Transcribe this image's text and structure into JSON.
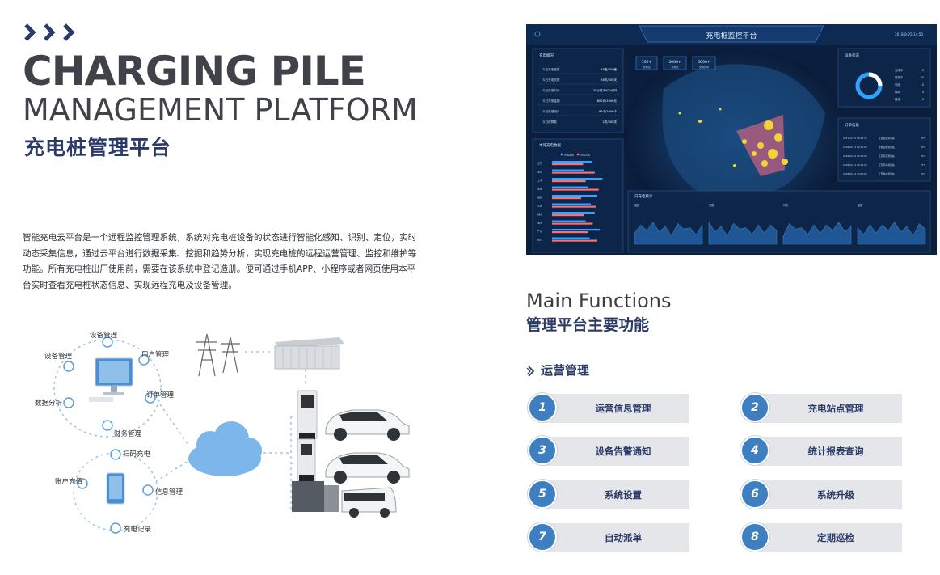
{
  "header": {
    "title_en_line1": "CHARGING PILE",
    "title_en_line2": "MANAGEMENT PLATFORM",
    "title_cn": "充电桩管理平台"
  },
  "intro": {
    "lines": [
      "智能充电云平台是一个远程监控管理系统，系统对充电桩设备的状态进行智能化感知、识别、定位，实时",
      "动态采集信息，通过云平台进行数据采集、挖掘和趋势分析，实现充电桩的远程运营管理、监控和维护等",
      "功能。所有充电桩出厂使用前，需要在该系统中登记造册。便可通过手机APP、小程序或者网页使用本平",
      "台实时查看充电桩状态信息、实现远程充电及设备管理。"
    ]
  },
  "illustration": {
    "platform_ring": [
      "设备管理",
      "用户管理",
      "订单管理",
      "财务管理",
      "数据分析",
      "设备管理"
    ],
    "app_ring": [
      "扫码充电",
      "信息管理",
      "充电记录",
      "账户充值"
    ]
  },
  "dashboard": {
    "title": "充电桩监控平台",
    "timestamp": "2018-8-25 14:50",
    "panels": {
      "overview": "充电概况",
      "device_status": "设备状态",
      "order_info": "订单信息",
      "monthly_data": "本月充电数据",
      "daily_stats": "日充电统计"
    },
    "top_stats": [
      {
        "value": "100+",
        "label": "充电站"
      },
      {
        "value": "5000+",
        "label": "充电桩"
      },
      {
        "value": "5000+",
        "label": "充电终端"
      }
    ],
    "overview_rows": [
      {
        "label": "今日充电度数",
        "value": "58度/300度"
      },
      {
        "label": "今日充电次数",
        "value": "58次/300次"
      },
      {
        "label": "今日充电时长",
        "value": "20小时/1000小时"
      },
      {
        "label": "今日充电金额",
        "value": "800元/1000元"
      },
      {
        "label": "今日新增用户",
        "value": "99个/1000个"
      },
      {
        "label": "今日故障数",
        "value": "2次/300次"
      }
    ],
    "device_rows": [
      {
        "label": "充电中",
        "value": "10"
      },
      {
        "label": "待机中",
        "value": "20"
      },
      {
        "label": "空闲",
        "value": "10"
      },
      {
        "label": "故障",
        "value": "4"
      },
      {
        "label": "离线",
        "value": "6"
      }
    ],
    "order_rows": [
      {
        "time": "2017-12-07 16:36:18",
        "site": "正泰运营测试站",
        "val": "55%"
      },
      {
        "time": "2018-02-11 09:16:00",
        "site": "安徽合肥测试站",
        "val": "65%"
      },
      {
        "time": "2018-04-01 15:36:08",
        "site": "江苏南京测试站",
        "val": "35%"
      },
      {
        "time": "2018-04-11 09:13:02",
        "site": "江苏苏州测试站",
        "val": "75%"
      },
      {
        "time": "2018-05-10 13:00:00",
        "site": "江苏常州测试站",
        "val": "55%"
      }
    ],
    "city_bars": [
      "江苏",
      "浙江",
      "上海",
      "安徽",
      "福建",
      "江西",
      "湖北",
      "湖南",
      "广东",
      "四川"
    ],
    "legend": [
      "充电度数",
      "充电次数"
    ],
    "mini_charts": [
      "度数",
      "次数",
      "时长",
      "金额"
    ]
  },
  "main_functions": {
    "title_en": "Main Functions",
    "title_cn": "管理平台主要功能",
    "section_label": "运营管理",
    "items": [
      {
        "num": "1",
        "label": "运营信息管理"
      },
      {
        "num": "2",
        "label": "充电站点管理"
      },
      {
        "num": "3",
        "label": "设备告警通知"
      },
      {
        "num": "4",
        "label": "统计报表查询"
      },
      {
        "num": "5",
        "label": "系统设置"
      },
      {
        "num": "6",
        "label": "系统升级"
      },
      {
        "num": "7",
        "label": "自动派单"
      },
      {
        "num": "8",
        "label": "定期巡检"
      }
    ]
  },
  "colors": {
    "accent_blue": "#3e7fc1",
    "navy": "#2b3a67",
    "bar_gray": "#e4e6ea",
    "dash_bg": "#0b1e3d"
  }
}
